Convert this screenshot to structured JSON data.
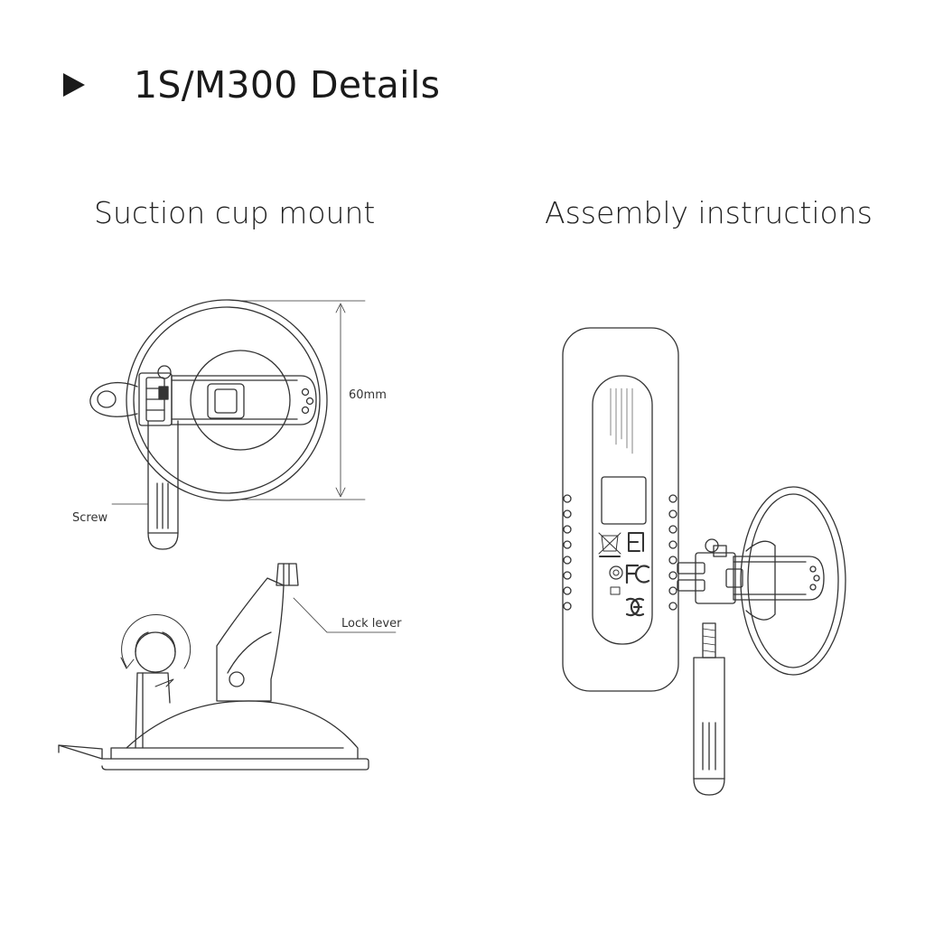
{
  "header": {
    "title": "1S/M300 Details"
  },
  "sections": {
    "left_title": "Suction cup mount",
    "right_title": "Assembly instructions"
  },
  "labels": {
    "dimension": "60mm",
    "screw": "Screw",
    "lock_lever": "Lock lever"
  },
  "icons": [
    "triangle-bullet-icon",
    "rotate-arrow-icon",
    "fc-logo-icon",
    "ce-mark-icon",
    "eac-mark-icon",
    "weee-bin-icon"
  ],
  "colors": {
    "line": "#333333",
    "text": "#1a1a1a",
    "background": "#ffffff"
  }
}
